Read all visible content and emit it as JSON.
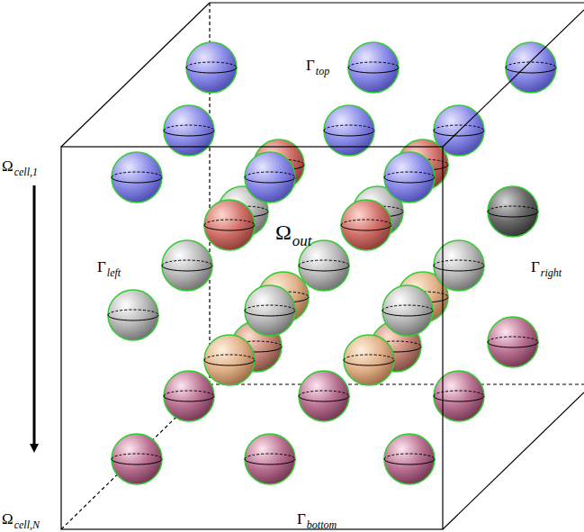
{
  "diagram": {
    "labels": [
      "Γ",
      "top",
      "Γ",
      "left",
      "Γ",
      "right",
      "Γ",
      "bottom",
      "Ω",
      "out",
      "Ω",
      "cell,1",
      "Ω",
      "cell,N"
    ]
  }
}
